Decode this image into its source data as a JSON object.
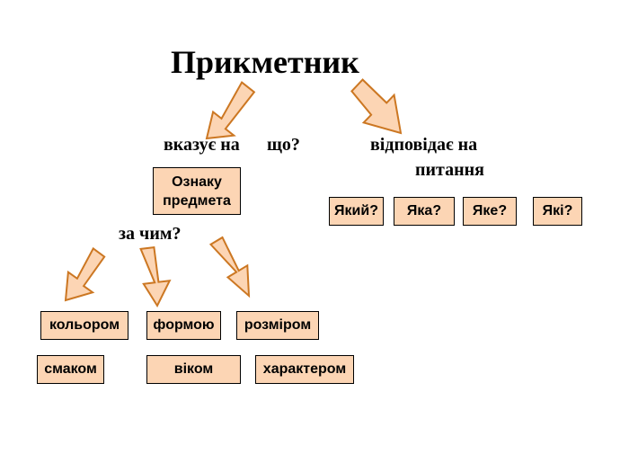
{
  "title": "Прикметник",
  "left_question": "вказує на",
  "left_question_2": "що?",
  "right_question_line1": "відповідає на",
  "right_question_line2": "питання",
  "sub_question": "за чим?",
  "sign_box": "Ознаку предмета",
  "question_boxes": [
    "Який?",
    "Яка?",
    "Яке?",
    "Які?"
  ],
  "feature_boxes": [
    "кольором",
    "формою",
    "розміром",
    "смаком",
    "віком",
    "характером"
  ],
  "colors": {
    "box_fill": "#fcd5b4",
    "arrow_stroke": "#cc7722"
  }
}
